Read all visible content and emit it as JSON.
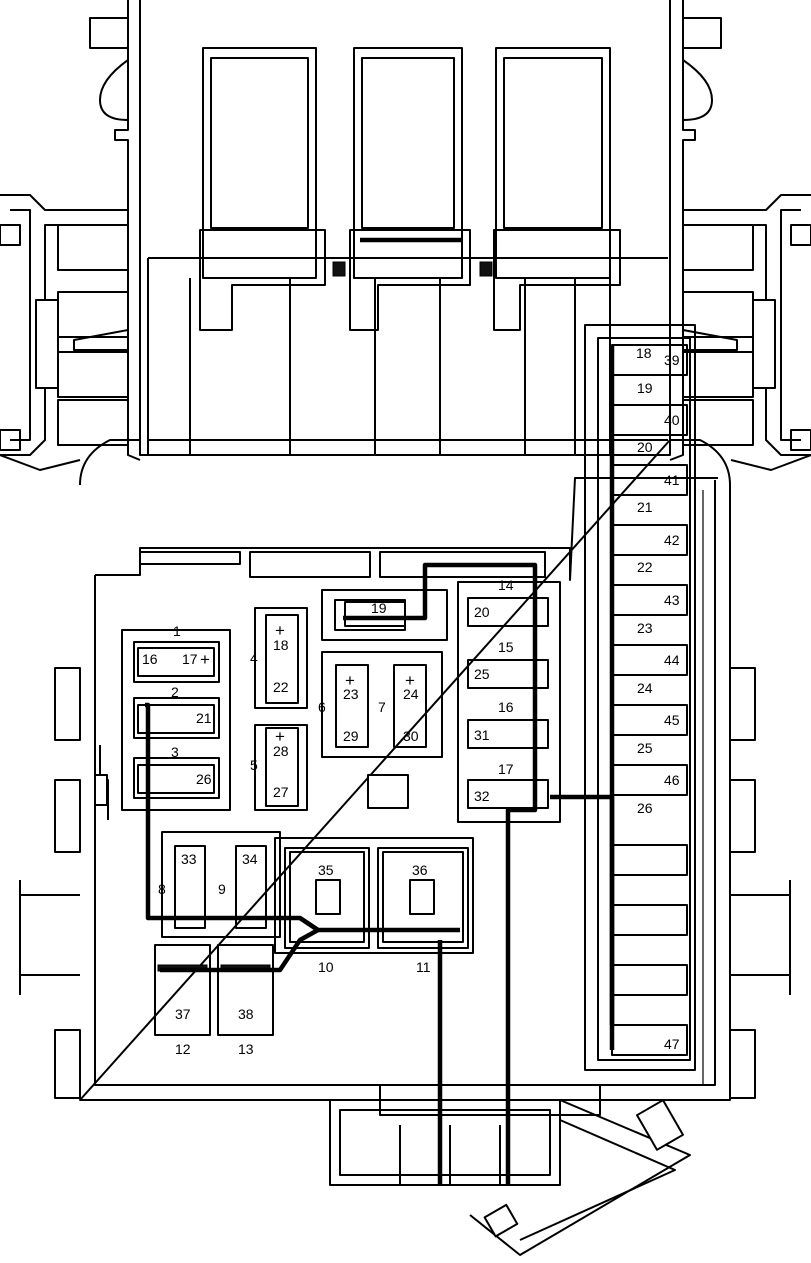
{
  "diagram": {
    "relay_labels": [
      "1",
      "2",
      "3",
      "4",
      "5",
      "6",
      "7",
      "8",
      "9",
      "10",
      "11",
      "12",
      "13",
      "14",
      "15",
      "16",
      "17",
      "18",
      "19",
      "20",
      "21",
      "22",
      "23",
      "24",
      "25",
      "26"
    ],
    "fuse_labels": [
      "16",
      "17",
      "18",
      "19",
      "20",
      "21",
      "22",
      "23",
      "24",
      "25",
      "26",
      "27",
      "28",
      "29",
      "30",
      "31",
      "32",
      "33",
      "34",
      "35",
      "36",
      "37",
      "38",
      "39",
      "40",
      "41",
      "42",
      "43",
      "44",
      "45",
      "46",
      "47"
    ],
    "plus_marks": [
      "+",
      "+",
      "+",
      "+",
      "+"
    ]
  }
}
